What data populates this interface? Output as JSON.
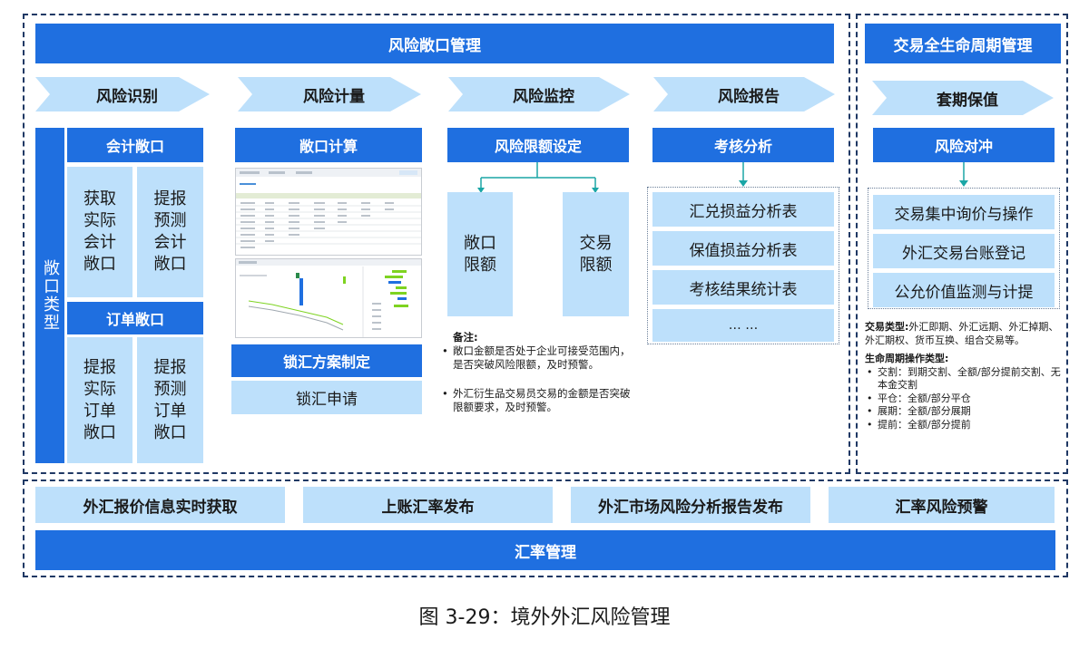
{
  "risk_exposure": {
    "title": "风险敞口管理",
    "stages": [
      "风险识别",
      "风险计量",
      "风险监控",
      "风险报告"
    ],
    "identification": {
      "side_label": "敞口类型",
      "accounting_title": "会计敞口",
      "accounting_items": [
        "获取实际会计敞口",
        "提报预测会计敞口"
      ],
      "accounting_lines": [
        [
          "获取",
          "实际",
          "会计",
          "敞口"
        ],
        [
          "提报",
          "预测",
          "会计",
          "敞口"
        ]
      ],
      "order_title": "订单敞口",
      "order_lines": [
        [
          "提报",
          "实际",
          "订单",
          "敞口"
        ],
        [
          "提报",
          "预测",
          "订单",
          "敞口"
        ]
      ]
    },
    "measurement": {
      "calc_title": "敞口计算",
      "plan_title": "锁汇方案制定",
      "apply_label": "锁汇申请"
    },
    "monitoring": {
      "limit_title": "风险限额设定",
      "limit_items": [
        [
          "敞口",
          "限额"
        ],
        [
          "交易",
          "限额"
        ]
      ],
      "note_title": "备注:",
      "notes": [
        "敞口金额是否处于企业可接受范围内，是否突破风险限额，及时预警。",
        "外汇衍生品交易员交易的金额是否突破限额要求，及时预警。"
      ]
    },
    "reporting": {
      "analysis_title": "考核分析",
      "items": [
        "汇兑损益分析表",
        "保值损益分析表",
        "考核结果统计表",
        "… …"
      ]
    }
  },
  "lifecycle": {
    "title": "交易全生命周期管理",
    "stage": "套期保值",
    "hedge_title": "风险对冲",
    "items": [
      "交易集中询价与操作",
      "外汇交易台账登记",
      "公允价值监测与计提"
    ],
    "trade_types_label": "交易类型:",
    "trade_types_text": "外汇即期、外汇远期、外汇掉期、外汇期权、货币互换、组合交易等。",
    "op_types_label": "生命周期操作类型:",
    "op_types": [
      "交割：到期交割、全额/部分提前交割、无本金交割",
      "平仓：全额/部分平仓",
      "展期：全额/部分展期",
      "提前：全额/部分提前"
    ]
  },
  "rate_management": {
    "title": "汇率管理",
    "items": [
      "外汇报价信息实时获取",
      "上账汇率发布",
      "外汇市场风险分析报告发布",
      "汇率风险预警"
    ]
  },
  "caption": "图 3-29：境外外汇风险管理",
  "colors": {
    "primary": "#1f6fe0",
    "light": "#bde0fb",
    "border": "#1f3864"
  }
}
